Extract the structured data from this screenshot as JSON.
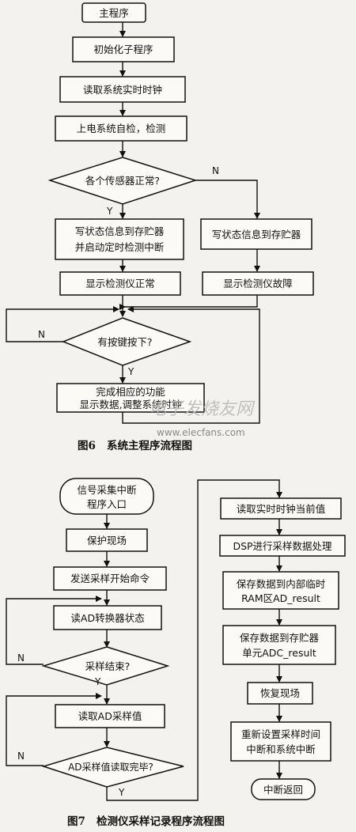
{
  "fig6": {
    "start": "主程序",
    "init": "初始化子程序",
    "read_clock": "读取系统实时时钟",
    "self_check": "上电系统自检，检测",
    "decision_sensors": "各个传感器正常?",
    "write_ok_1": "写状态信息到存贮器",
    "write_ok_2": "并启动定时检测中断",
    "write_fault": "写状态信息到存贮器",
    "show_normal": "显示检测仪正常",
    "show_fault": "显示检测仪故障",
    "decision_key": "有按键按下?",
    "do_func_1": "完成相应的功能",
    "do_func_2": "显示数据,调整系统时钟",
    "label_n1": "N",
    "label_y1": "Y",
    "label_n2": "N",
    "label_y2": "Y",
    "caption": "图6   系统主程序流程图"
  },
  "fig7": {
    "start_1": "信号采集中断",
    "start_2": "程序入口",
    "protect": "保护现场",
    "send_cmd": "发送采样开始命令",
    "read_status": "读AD转换器状态",
    "decision_done": "采样结束?",
    "read_value": "读取AD采样值",
    "decision_read_done": "AD采样值读取完毕?",
    "read_clock_now": "读取实时时钟当前值",
    "dsp_process": "DSP进行采样数据处理",
    "save_ram_1": "保存数据到内部临时",
    "save_ram_2": "RAM区AD_result",
    "save_mem_1": "保存数据到存贮器",
    "save_mem_2": "单元ADC_result",
    "restore": "恢复现场",
    "reset_1": "重新设置采样时间",
    "reset_2": "中断和系统中断",
    "end": "中断返回",
    "label_n1": "N",
    "label_y1": "Y",
    "label_n2": "N",
    "label_y2": "Y",
    "caption": "图7   检测仪采样记录程序流程图"
  },
  "watermark": {
    "cn": "电子发烧友网",
    "url": "www.elecfans.com"
  }
}
